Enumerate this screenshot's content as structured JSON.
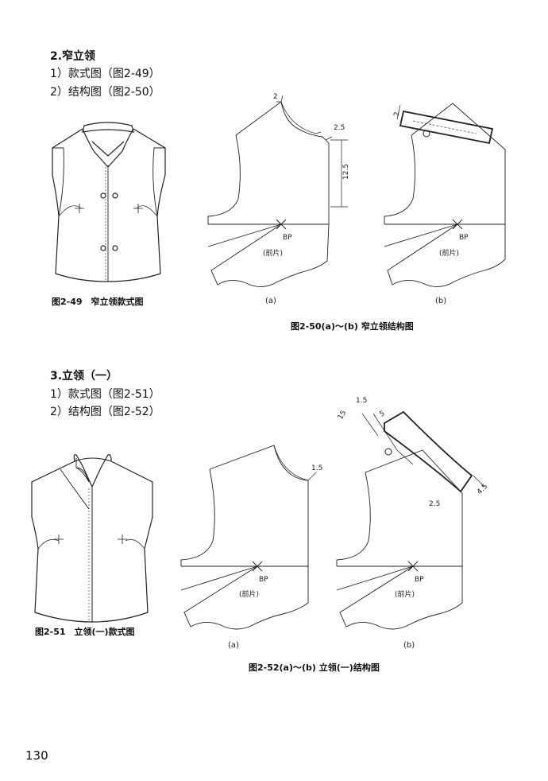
{
  "sections": [
    {
      "heading": "2.窄立领",
      "items": [
        "1）款式图（图2-49）",
        "2）结构图（图2-50）"
      ],
      "style_caption": "图2-49　窄立领款式图",
      "structure_caption": "图2-50(a)～(b) 窄立领结构图"
    },
    {
      "heading": "3.立领（一）",
      "items": [
        "1）款式图（图2-51）",
        "2）结构图（图2-52）"
      ],
      "style_caption": "图2-51　立领(一)款式图",
      "structure_caption": "图2-52(a)～(b) 立领(一)结构图"
    }
  ],
  "diagram_labels": {
    "fig50a": {
      "top": "2",
      "shoulder": "2.5",
      "length": "12.5",
      "bp": "BP",
      "piece": "(前片)",
      "sub": "(a)"
    },
    "fig50b": {
      "width": "2",
      "bp": "BP",
      "piece": "(前片)",
      "sub": "(b)"
    },
    "fig52a": {
      "shoulder": "1.5",
      "bp": "BP",
      "piece": "(前片)",
      "sub": "(a)"
    },
    "fig52b": {
      "a": "15",
      "b": "1.5",
      "c": "5",
      "width": "4.5",
      "base": "2.5",
      "bp": "BP",
      "piece": "(前片)",
      "sub": "(b)"
    }
  },
  "page_number": "130"
}
